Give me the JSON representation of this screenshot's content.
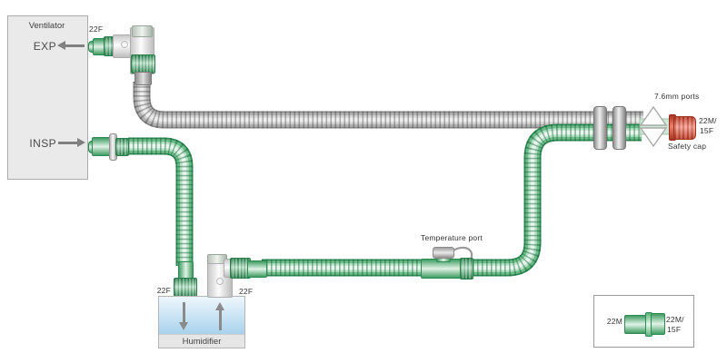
{
  "colors": {
    "tube_green": "#4aa76c",
    "tube_gray": "#9a9a9a",
    "safety_cap_red": "#e0563e",
    "water_blue": "#abd3ec",
    "panel_gray": "#eaeaea"
  },
  "ventilator": {
    "title": "Ventilator",
    "exp": "EXP",
    "insp": "INSP"
  },
  "connectors": {
    "exp_elbow_size": "22F",
    "humidifier_inlet_size": "22F",
    "humidifier_outlet_size": "22F"
  },
  "humidifier": {
    "title": "Humidifier"
  },
  "temperature_port": {
    "label": "Temperature port"
  },
  "patient_end": {
    "ports_label": "7.6mm ports",
    "cap_size_line1": "22M/",
    "cap_size_line2": "15F",
    "cap_label": "Safety cap"
  },
  "legend": {
    "left_size": "22M",
    "right_size_line1": "22M/",
    "right_size_line2": "15F"
  }
}
